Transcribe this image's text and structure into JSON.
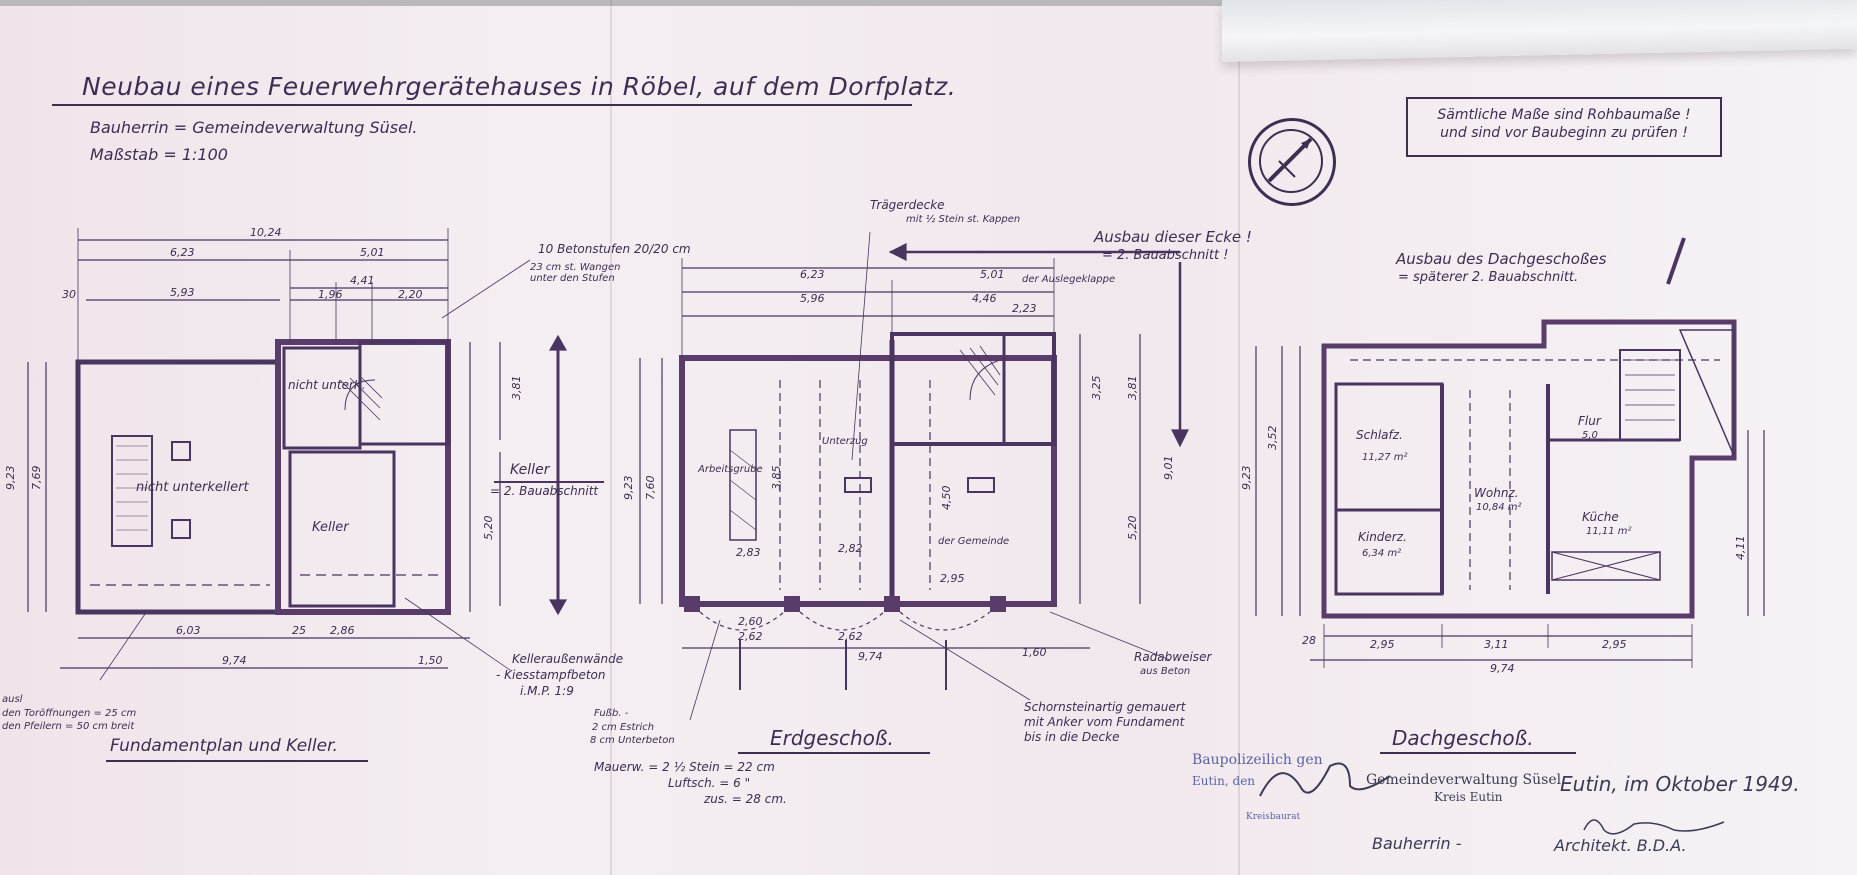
{
  "title": "Neubau eines Feuerwehrgerätehauses in Röbel, auf dem Dorfplatz.",
  "client": "Bauherrin = Gemeindeverwaltung Süsel.",
  "scale": "Maßstab = 1:100",
  "note_box": {
    "line1": "Sämtliche Maße sind Rohbaumaße !",
    "line2": "und sind vor Baubeginn zu prüfen !"
  },
  "plans": {
    "foundation": {
      "caption": "Fundamentplan und Keller.",
      "labels": {
        "nicht_unterkellert": "nicht unterkellert",
        "nicht_unterk": "nicht unterK.",
        "keller": "Keller",
        "keller_bauabschnitt": "Keller",
        "keller_bauabschnitt_2": "= 2. Bauabschnitt",
        "betonstufen": "10 Betonstufen 20/20 cm",
        "wangen": "23 cm st. Wangen unter den Stufen",
        "kelleraussenwaende": "Kelleraußenwände",
        "kiesstampfbeton": "- Kiesstampfbeton",
        "mischung": "i.M.P. 1:9",
        "tor_note_1": "ausl",
        "tor_note_2": "den Toröffnungen = 25 cm",
        "tor_note_3": "den Pfeilern = 50 cm breit"
      },
      "dims": {
        "d1024": "10,24",
        "d623": "6,23",
        "d501": "5,01",
        "d593": "5,93",
        "d441": "4,41",
        "d196": "1,96",
        "d220": "2,20",
        "d30": "30",
        "d603": "6,03",
        "d286": "2,86",
        "d974": "9,74",
        "d150": "1,50",
        "d923": "9,23",
        "d769": "7,69",
        "d381": "3,81",
        "d520": "5,20",
        "d25": "25"
      }
    },
    "ground": {
      "caption": "Erdgeschoß.",
      "labels": {
        "traegerdecke": "Trägerdecke",
        "kappen": "mit ½ Stein st. Kappen",
        "ausbau_ecke": "Ausbau dieser Ecke !",
        "ausbau_ecke_2": "= 2. Bauabschnitt !",
        "auslegeklappe": "der Auslegeklappe",
        "arbeitsgrube": "Arbeitsgrube",
        "unterzug": "Unterzug",
        "gemeinde": "der Gemeinde",
        "radabweiser": "Radabweiser",
        "aus_beton": "aus Beton",
        "schornstein": "Schornsteinartig gemauert",
        "anker": "mit Anker vom Fundament",
        "decke": "bis in die Decke",
        "fussb": "Fußb. -",
        "estrich": "2 cm Estrich",
        "unterbeton": "8 cm Unterbeton",
        "mauerw": "Mauerw. = 2 ½ Stein = 22 cm",
        "luftsch": "Luftsch. = 6 \"",
        "zus": "zus. = 28 cm."
      },
      "dims": {
        "d623": "6,23",
        "d501": "5,01",
        "d596": "5,96",
        "d446": "4,46",
        "d223": "2,23",
        "d283": "2,83",
        "d282": "2,82",
        "d295": "2,95",
        "d974": "9,74",
        "d160": "1,60",
        "d923": "9,23",
        "d760": "7,60",
        "d901": "9,01",
        "d381": "3,81",
        "d520": "5,20",
        "d325": "3,25",
        "d385": "3,85",
        "d450": "4,50",
        "d262": "2,62",
        "d260": "2,60"
      }
    },
    "attic": {
      "caption": "Dachgeschoß.",
      "labels": {
        "ausbau_dach": "Ausbau des Dachgeschoßes",
        "ausbau_dach_2": "= späterer 2. Bauabschnitt.",
        "schlaf": "Schlafz.",
        "schlaf_area": "11,27 m²",
        "wohn": "Wohnz.",
        "wohn_area": "10,84 m²",
        "kinder": "Kinderz.",
        "kinder_area": "6,34 m²",
        "kueche": "Küche",
        "kueche_area": "11,11 m²",
        "flur": "Flur",
        "flur_area": "5,0"
      },
      "dims": {
        "d295": "2,95",
        "d311": "3,11",
        "d974": "9,74",
        "d923": "9,23",
        "d352": "3,52",
        "d411": "4,11",
        "d28": "28"
      }
    }
  },
  "signatures": {
    "stamp_baupolizei": "Baupolizeilich gen",
    "stamp_eutin": "Eutin, den",
    "stamp_kreis": "Kreisbaurat",
    "stamp_gemeinde": "Gemeindeverwaltung Süsel",
    "stamp_kreis_eutin": "Kreis Eutin",
    "bauherrin": "Bauherrin -",
    "place_date": "Eutin, im Oktober 1949.",
    "architekt": "Architekt. B.D.A."
  }
}
